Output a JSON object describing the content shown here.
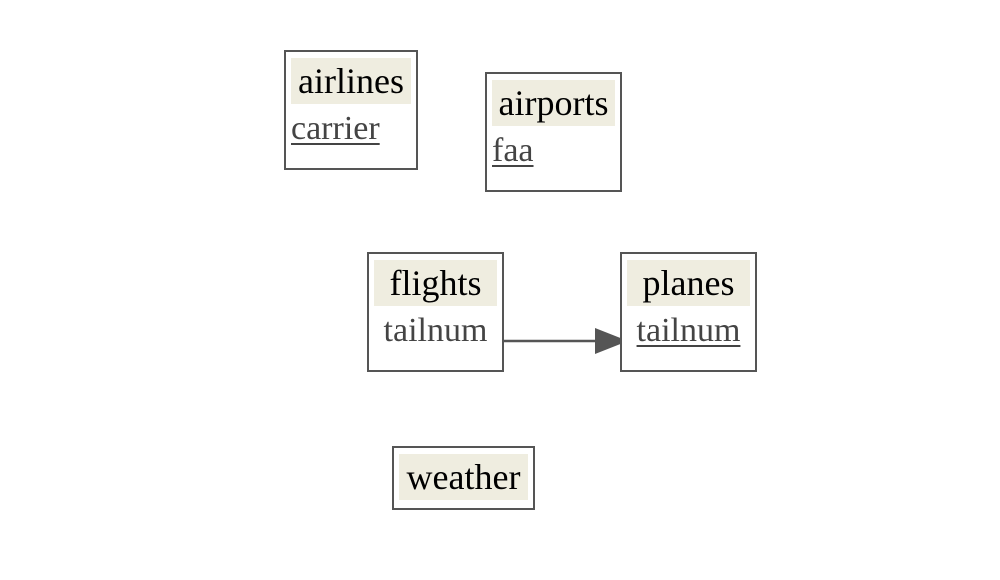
{
  "diagram": {
    "tables": [
      {
        "id": "airlines",
        "name": "airlines",
        "fields": [
          {
            "name": "carrier",
            "key": true
          }
        ]
      },
      {
        "id": "airports",
        "name": "airports",
        "fields": [
          {
            "name": "faa",
            "key": true
          }
        ]
      },
      {
        "id": "flights",
        "name": "flights",
        "fields": [
          {
            "name": "tailnum",
            "key": false
          }
        ]
      },
      {
        "id": "planes",
        "name": "planes",
        "fields": [
          {
            "name": "tailnum",
            "key": true
          }
        ]
      },
      {
        "id": "weather",
        "name": "weather",
        "fields": []
      }
    ],
    "relations": [
      {
        "from_table": "flights",
        "from_field": "tailnum",
        "to_table": "planes",
        "to_field": "tailnum"
      }
    ]
  },
  "colors": {
    "header_fill": "#efede0",
    "border": "#555555",
    "field_text": "#444444",
    "edge": "#555555"
  }
}
